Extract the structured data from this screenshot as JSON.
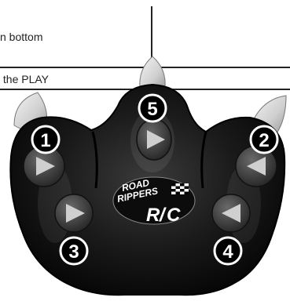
{
  "caption": {
    "line1": "n bottom",
    "line2": " the PLAY"
  },
  "logo": {
    "line1": "ROAD",
    "line2": "RIPPERS",
    "letter_r": "R",
    "slash": "/",
    "letter_c": "C"
  },
  "buttons": [
    {
      "number": "1",
      "icon": "play-triangle-icon"
    },
    {
      "number": "2",
      "icon": "play-triangle-icon"
    },
    {
      "number": "3",
      "icon": "play-triangle-icon"
    },
    {
      "number": "4",
      "icon": "play-triangle-icon"
    },
    {
      "number": "5",
      "icon": "play-triangle-icon"
    }
  ],
  "colors": {
    "body": "#141414",
    "button": "#3a3a3a",
    "claw": "#d8d8d8",
    "callout": "#ffffff"
  }
}
